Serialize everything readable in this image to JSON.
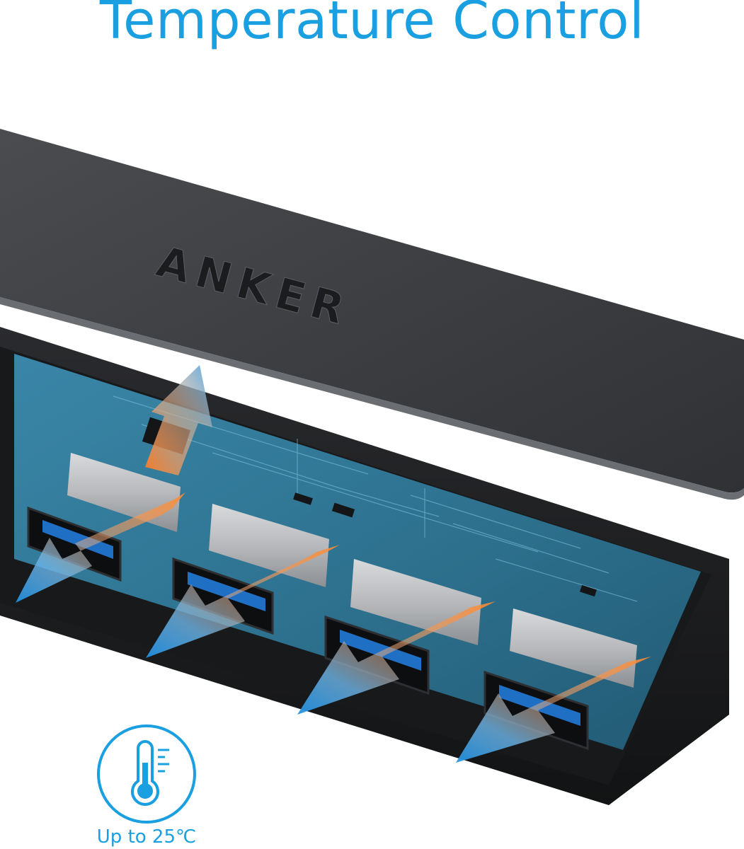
{
  "headline": "Temperature Control",
  "brand_logo_text": "ANKER",
  "temperature_badge": {
    "icon": "thermometer-icon",
    "caption": "Up to 25℃"
  },
  "colors": {
    "accent": "#1a9fe0",
    "hub_body": "#1c1d1f",
    "lid": "#3e4043",
    "pcb": "#2c6f8c",
    "cool_arrow": "#2f9be6",
    "warm_arrow": "#f07a2a"
  },
  "ports": [
    {
      "name": "usb-port-1"
    },
    {
      "name": "usb-port-2"
    },
    {
      "name": "usb-port-3"
    },
    {
      "name": "usb-port-4"
    }
  ]
}
